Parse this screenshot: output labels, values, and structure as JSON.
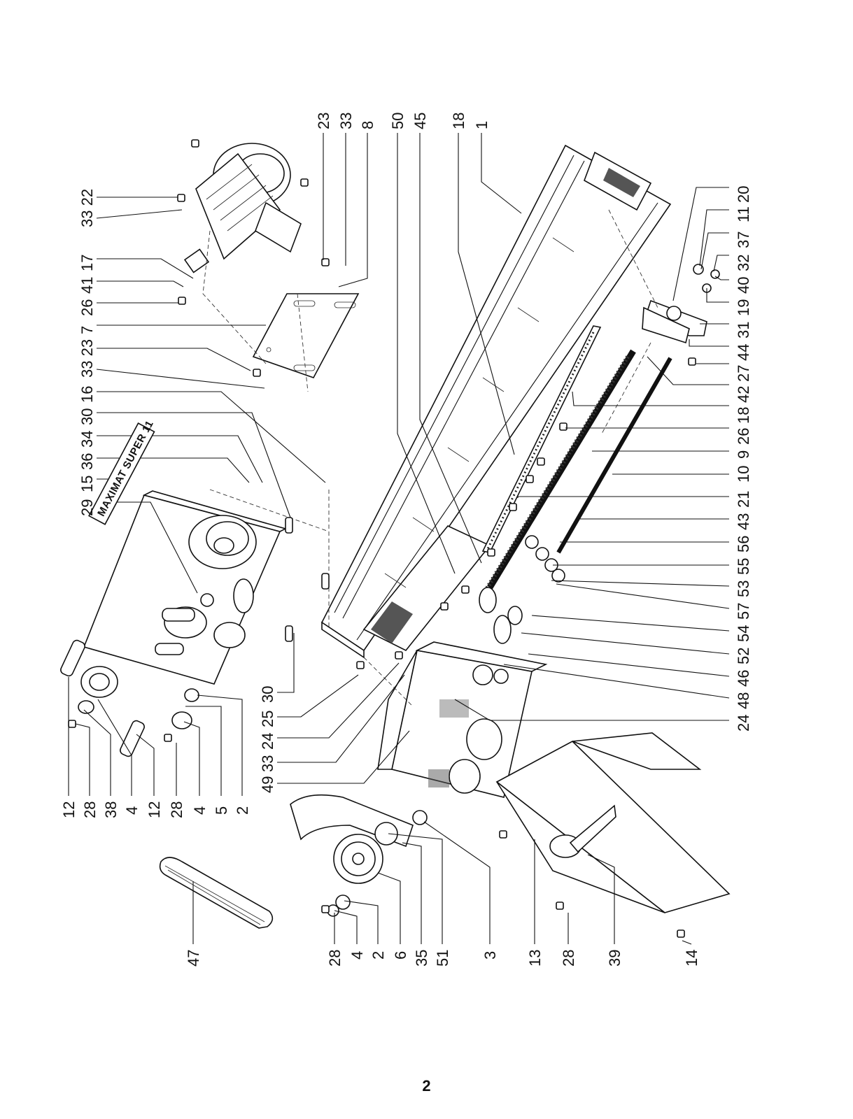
{
  "document": {
    "page_number": "2",
    "model_badge": "MAXIMAT SUPER 11"
  },
  "callouts": {
    "top_row": [
      "23",
      "33",
      "8",
      "50",
      "45",
      "18",
      "1"
    ],
    "right_column": [
      "20",
      "11",
      "37",
      "32",
      "40",
      "19",
      "31",
      "44",
      "27",
      "42",
      "18",
      "26",
      "9",
      "10",
      "21",
      "43",
      "56",
      "55",
      "53",
      "57",
      "54",
      "52",
      "46",
      "48",
      "24"
    ],
    "left_column": [
      "33 22",
      "17",
      "41",
      "26",
      "7",
      "33 23",
      "33",
      "16",
      "30",
      "34",
      "36",
      "15",
      "29"
    ],
    "left_block": [
      "30",
      "25",
      "24",
      "33",
      "49"
    ],
    "bottom_row": [
      "12",
      "28",
      "38",
      "4",
      "12",
      "28",
      "4",
      "5",
      "2",
      "47",
      "28",
      "4",
      "2",
      "6",
      "35",
      "51",
      "3",
      "13",
      "28",
      "39",
      "14"
    ]
  }
}
